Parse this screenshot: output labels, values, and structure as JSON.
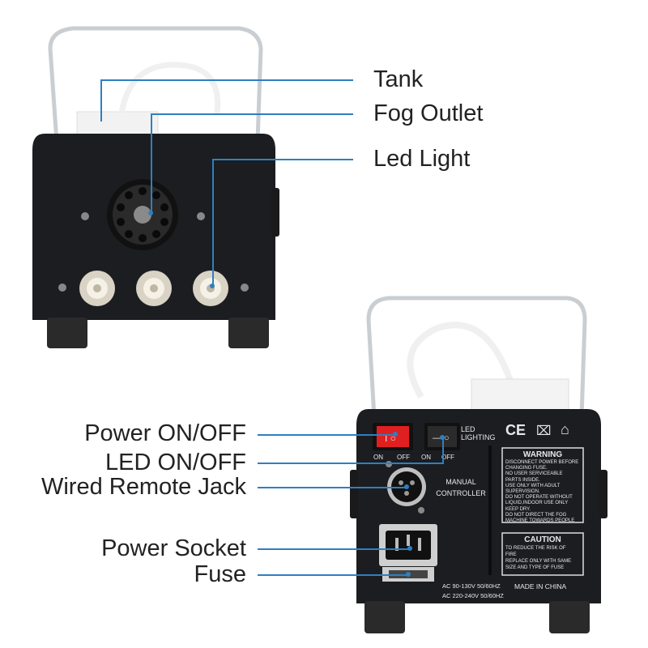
{
  "callouts": {
    "tank": "Tank",
    "fog_outlet": "Fog Outlet",
    "led_light": "Led Light",
    "power_on_off": "Power ON/OFF",
    "led_on_off": "LED ON/OFF",
    "wired_remote_jack": "Wired Remote Jack",
    "power_socket": "Power Socket",
    "fuse": "Fuse"
  },
  "rear_panel": {
    "led_lighting": "LED LIGHTING",
    "on": "ON",
    "off": "OFF",
    "manual_controller": "MANUAL CONTROLLER",
    "ce_mark": "CE",
    "warning_title": "WARNING",
    "warning_lines": [
      "DISCONNECT POWER BEFORE",
      "CHANGING FUSE.",
      "NO USER SERVICEABLE",
      "PARTS INSIDE.",
      "USE ONLY WITH ADULT",
      "SUPERVISION.",
      "DO NOT OPERATE WITHOUT",
      "LIQUID,INDOOR USE ONLY",
      "KEEP DRY.",
      "DO NOT DIRECT THE FOG",
      "MACHINE TOWARDS PEOPLE"
    ],
    "caution_title": "CAUTION",
    "caution_lines": [
      "TO REDUCE THE RISK OF",
      "FIRE",
      "REPLACE ONLY WITH SAME",
      "SIZE AND TYPE OF FUSE"
    ],
    "voltage_1": "AC 90-130V 50/60HZ",
    "voltage_2": "AC 220-240V 50/60HZ",
    "made_in": "MADE IN CHINA"
  }
}
